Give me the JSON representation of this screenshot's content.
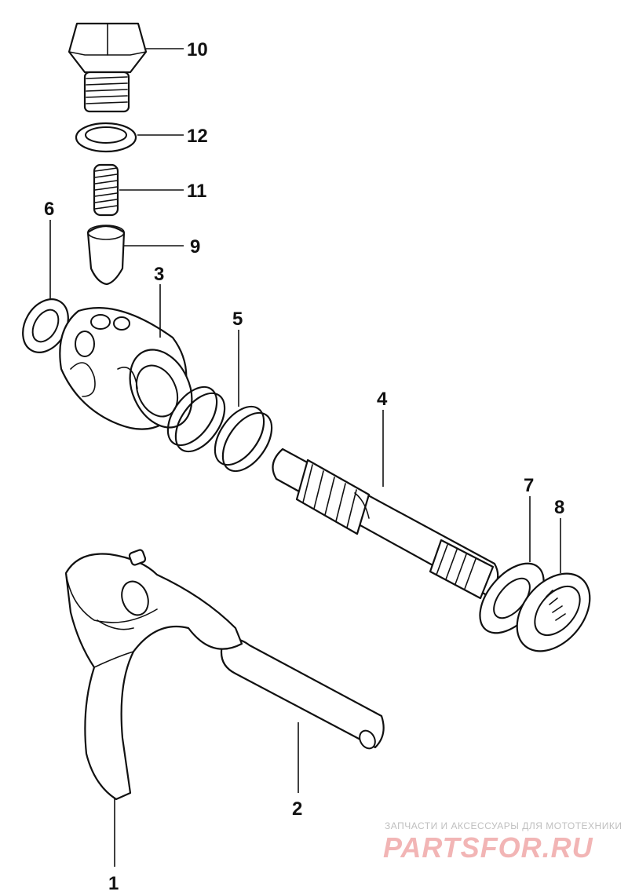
{
  "callouts": {
    "c1": "1",
    "c2": "2",
    "c3": "3",
    "c4": "4",
    "c5": "5",
    "c6": "6",
    "c7": "7",
    "c8": "8",
    "c9": "9",
    "c10": "10",
    "c11": "11",
    "c12": "12"
  },
  "watermark": {
    "tagline": "ЗАПЧАСТИ И АКСЕССУАРЫ ДЛЯ МОТОТЕХНИКИ",
    "logo": "PARTSFOR.RU"
  },
  "colors": {
    "line": "#111111",
    "background": "#ffffff",
    "watermark_text": "#bfbfbf",
    "watermark_logo": "#f2b5b5"
  }
}
